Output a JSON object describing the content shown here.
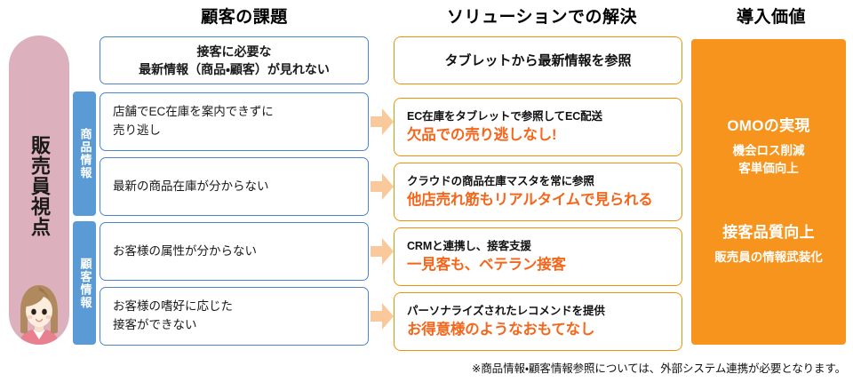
{
  "headers": {
    "issue": "顧客の課題",
    "solution": "ソリューションでの解決",
    "value": "導入価値"
  },
  "persona": {
    "label": "販売員視点",
    "avatar_icon": "female-sales-staff-avatar-icon"
  },
  "categories": [
    {
      "id": "product",
      "label": "商品情報"
    },
    {
      "id": "customer",
      "label": "顧客情報"
    }
  ],
  "rows": [
    {
      "issue": {
        "line1": "接客に必要な",
        "line2": "最新情報（商品・顧客）が見れない",
        "centered": true
      },
      "arrow": false,
      "solution": {
        "head": "タブレットから最新情報を参照",
        "punch": "",
        "centered": true
      }
    },
    {
      "issue": {
        "line1": "店舗でEC在庫を案内できずに",
        "line2": "売り逃し",
        "centered": false
      },
      "arrow": true,
      "solution": {
        "head": "EC在庫をタブレットで参照してEC配送",
        "punch": "欠品での売り逃しなし!",
        "centered": false
      }
    },
    {
      "issue": {
        "line1": "最新の商品在庫が分からない",
        "line2": "",
        "centered": false
      },
      "arrow": true,
      "solution": {
        "head": "クラウドの商品在庫マスタを常に参照",
        "punch": "他店売れ筋もリアルタイムで見られる",
        "centered": false
      }
    },
    {
      "issue": {
        "line1": "お客様の属性が分からない",
        "line2": "",
        "centered": false
      },
      "arrow": true,
      "solution": {
        "head": "CRMと連携し、接客支援",
        "punch": "一見客も、ベテラン接客",
        "centered": false
      }
    },
    {
      "issue": {
        "line1": "お客様の嗜好に応じた",
        "line2": "接客ができない",
        "centered": false
      },
      "arrow": true,
      "solution": {
        "head": "パーソナライズされたレコメンドを提供",
        "punch": "お得意様のようなおもてなし",
        "centered": false
      }
    }
  ],
  "value_panel": {
    "groups": [
      {
        "title": "OMOの実現",
        "subs": [
          "機会ロス削減",
          "客単価向上"
        ]
      },
      {
        "title": "接客品質向上",
        "subs": [
          "販売員の情報武装化"
        ]
      }
    ]
  },
  "footnote": "※商品情報・顧客情報参照については、外部システム連携が必要となります。",
  "colors": {
    "persona_pink": "#dcb0bc",
    "category_blue": "#5b9bd5",
    "issue_border_blue": "#4a86c8",
    "solution_border_orange": "#f39200",
    "punch_orange": "#f4661b",
    "value_panel_orange": "#f7941d",
    "arrow_peach": "#fac99b"
  }
}
